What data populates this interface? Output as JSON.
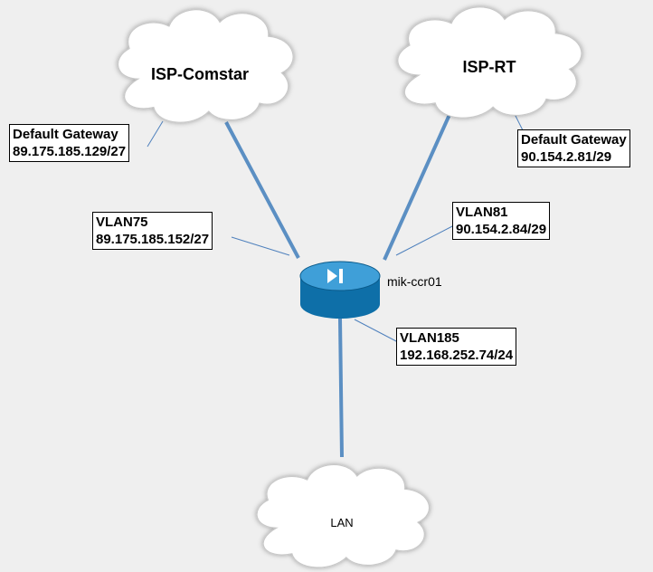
{
  "clouds": {
    "isp_comstar": "ISP-Comstar",
    "isp_rt": "ISP-RT",
    "lan": "LAN"
  },
  "router": {
    "name": "mik-ccr01"
  },
  "labels": {
    "comstar_gateway": {
      "title": "Default Gateway",
      "address": "89.175.185.129/27"
    },
    "rt_gateway": {
      "title": "Default Gateway",
      "address": "90.154.2.81/29"
    },
    "vlan75": {
      "title": "VLAN75",
      "address": "89.175.185.152/27"
    },
    "vlan81": {
      "title": "VLAN81",
      "address": "90.154.2.84/29"
    },
    "vlan185": {
      "title": "VLAN185",
      "address": "192.168.252.74/24"
    }
  },
  "colors": {
    "link": "#5b8fc3",
    "leader": "#4f81bd",
    "router_body": "#0e6fa8",
    "router_top": "#3f9fd8",
    "background": "#efefef"
  },
  "icons": {
    "router": "router-icon",
    "cloud": "cloud-icon"
  }
}
